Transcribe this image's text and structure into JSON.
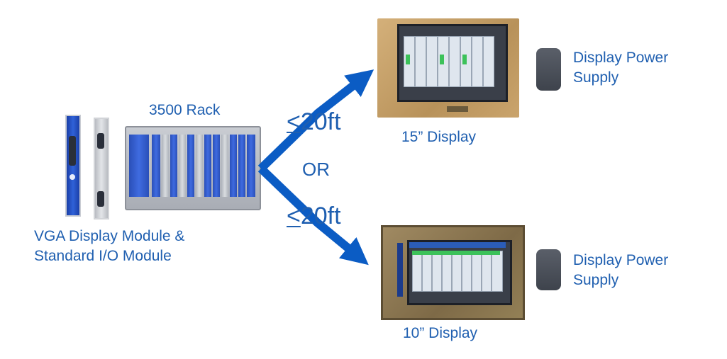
{
  "labels": {
    "rack": "3500 Rack",
    "modules_line1": "VGA Display Module &",
    "modules_line2": "Standard I/O Module",
    "distance_top_symbol": "<",
    "distance_top_value": "20ft",
    "or": "OR",
    "distance_bottom_symbol": "<",
    "distance_bottom_value": "20ft",
    "display_15": "15” Display",
    "display_10": "10” Display",
    "psu_top_line1": "Display Power",
    "psu_top_line2": "Supply",
    "psu_bottom_line1": "Display Power",
    "psu_bottom_line2": "Supply"
  },
  "colors": {
    "text": "#1f5fb0",
    "arrow": "#0b5cc4",
    "psu": "#4a4f58"
  }
}
